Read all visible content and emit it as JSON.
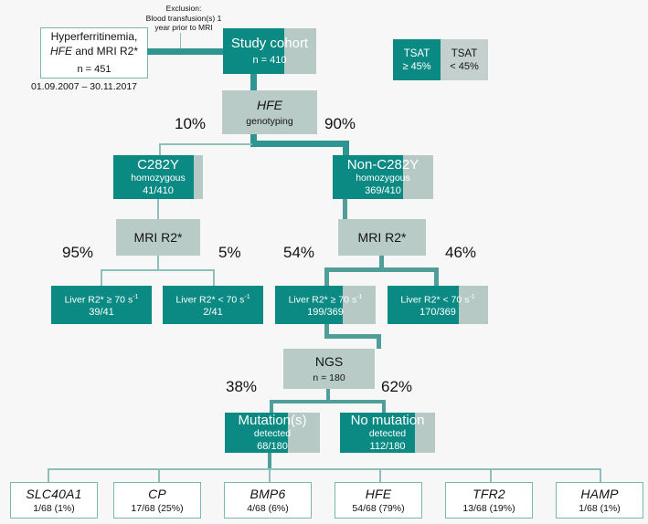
{
  "diagram": {
    "title": "Patient cohort flowchart",
    "colors": {
      "teal": "#0b8a84",
      "grey_teal": "#b6c9c5",
      "grey_box": "#b9cbc7",
      "connector": "#5fa8a4",
      "white_box_border": "#7ab5ae",
      "background": "#f7f7f7"
    }
  },
  "source": {
    "line1": "Hyperferritinemia,",
    "line2_italic": "HFE",
    "line2_rest": " and MRI R2*",
    "line3": "n = 451",
    "date_range": "01.09.2007 – 30.11.2017"
  },
  "exclusion": {
    "line1": "Exclusion:",
    "line2": "Blood transfusion(s) 1",
    "line3": "year prior to MRI"
  },
  "legend": {
    "tsat_high_line1": "TSAT",
    "tsat_high_line2": "≥ 45%",
    "tsat_low_line1": "TSAT",
    "tsat_low_line2": "< 45%"
  },
  "nodes": {
    "study_cohort": {
      "label": "Study cohort",
      "value": "n = 410"
    },
    "hfe_genotyping": {
      "label": "HFE",
      "sub": "genotyping"
    },
    "c282y": {
      "label": "C282Y",
      "sub": "homozygous",
      "value": "41/410"
    },
    "non_c282y": {
      "label": "Non-C282Y",
      "sub": "homozygous",
      "value": "369/410"
    },
    "mri_left": {
      "label": "MRI R2*"
    },
    "mri_right": {
      "label": "MRI R2*"
    },
    "liver_high_left": {
      "label": "Liver R2* ≥ 70 s-1",
      "value": "39/41"
    },
    "liver_low_left": {
      "label": "Liver R2* < 70 s-1",
      "value": "2/41"
    },
    "liver_high_right": {
      "label": "Liver R2* ≥ 70 s-1",
      "value": "199/369"
    },
    "liver_low_right": {
      "label": "Liver R2* < 70 s-1",
      "value": "170/369"
    },
    "ngs": {
      "label": "NGS",
      "value": "n = 180"
    },
    "mutation": {
      "label": "Mutation(s)",
      "sub": "detected",
      "value": "68/180"
    },
    "no_mutation": {
      "label": "No mutation",
      "sub": "detected",
      "value": "112/180"
    }
  },
  "percentages": {
    "genotyping_c282y": "10%",
    "genotyping_non_c282y": "90%",
    "mri_left_high": "95%",
    "mri_left_low": "5%",
    "mri_right_high": "54%",
    "mri_right_low": "46%",
    "ngs_mutation": "38%",
    "ngs_no_mutation": "62%"
  },
  "genes": [
    {
      "name": "SLC40A1",
      "value": "1/68 (1%)"
    },
    {
      "name": "CP",
      "value": "17/68 (25%)"
    },
    {
      "name": "BMP6",
      "value": "4/68 (6%)"
    },
    {
      "name": "HFE",
      "value": "54/68 (79%)"
    },
    {
      "name": "TFR2",
      "value": "13/68 (19%)"
    },
    {
      "name": "HAMP",
      "value": "1/68 (1%)"
    }
  ],
  "chart_data": {
    "type": "diagram",
    "flow": "Hyperferritinemia cohort n=451 -> Study cohort n=410 -> HFE genotyping -> C282Y homozygous 41/410 (10%) / Non-C282Y homozygous 369/410 (90%) -> MRI R2* -> Liver R2* thresholds -> NGS n=180 -> Mutation(s) detected 68/180 (38%) / No mutation detected 112/180 (62%) -> gene breakdown"
  }
}
